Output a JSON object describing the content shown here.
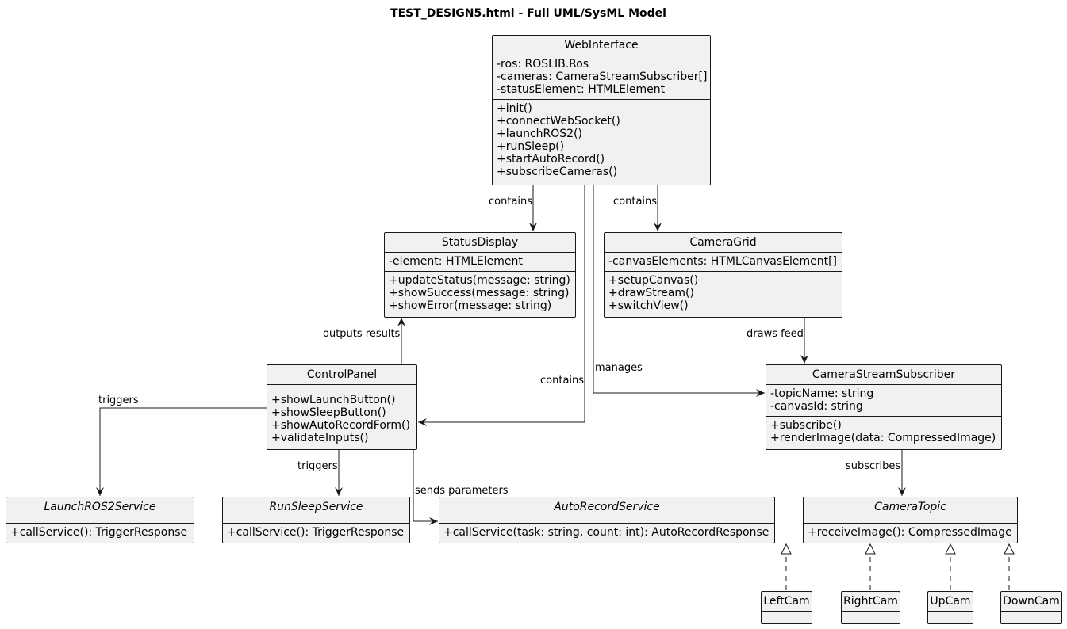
{
  "title": "TEST_DESIGN5.html - Full UML/SysML Model",
  "classes": {
    "web": {
      "name": "WebInterface",
      "attrs": [
        "-ros: ROSLIB.Ros",
        "-cameras: CameraStreamSubscriber[]",
        "-statusElement: HTMLElement"
      ],
      "ops": [
        "+init()",
        "+connectWebSocket()",
        "+launchROS2()",
        "+runSleep()",
        "+startAutoRecord()",
        "+subscribeCameras()"
      ]
    },
    "status": {
      "name": "StatusDisplay",
      "attrs": [
        "-element: HTMLElement"
      ],
      "ops": [
        "+updateStatus(message: string)",
        "+showSuccess(message: string)",
        "+showError(message: string)"
      ]
    },
    "grid": {
      "name": "CameraGrid",
      "attrs": [
        "-canvasElements: HTMLCanvasElement[]"
      ],
      "ops": [
        "+setupCanvas()",
        "+drawStream()",
        "+switchView()"
      ]
    },
    "control": {
      "name": "ControlPanel",
      "attrs": [],
      "ops": [
        "+showLaunchButton()",
        "+showSleepButton()",
        "+showAutoRecordForm()",
        "+validateInputs()"
      ]
    },
    "sub": {
      "name": "CameraStreamSubscriber",
      "attrs": [
        "-topicName: string",
        "-canvasId: string"
      ],
      "ops": [
        "+subscribe()",
        "+renderImage(data: CompressedImage)"
      ]
    },
    "launch": {
      "name": "LaunchROS2Service",
      "attrs": [],
      "ops": [
        "+callService(): TriggerResponse"
      ]
    },
    "sleep": {
      "name": "RunSleepService",
      "attrs": [],
      "ops": [
        "+callService(): TriggerResponse"
      ]
    },
    "auto": {
      "name": "AutoRecordService",
      "attrs": [],
      "ops": [
        "+callService(task: string, count: int): AutoRecordResponse"
      ]
    },
    "topic": {
      "name": "CameraTopic",
      "attrs": [],
      "ops": [
        "+receiveImage(): CompressedImage"
      ]
    },
    "left": {
      "name": "LeftCam",
      "attrs": [],
      "ops": []
    },
    "right": {
      "name": "RightCam",
      "attrs": [],
      "ops": []
    },
    "up": {
      "name": "UpCam",
      "attrs": [],
      "ops": []
    },
    "down": {
      "name": "DownCam",
      "attrs": [],
      "ops": []
    }
  },
  "edge_labels": {
    "contains_status": "contains",
    "contains_grid": "contains",
    "contains_control": "contains",
    "manages": "manages",
    "draws_feed": "draws feed",
    "outputs_results": "outputs results",
    "triggers_launch": "triggers",
    "triggers_sleep": "triggers",
    "sends_parameters": "sends parameters",
    "subscribes": "subscribes"
  },
  "colors": {
    "fill": "#f1f1f1",
    "line": "#181818"
  }
}
